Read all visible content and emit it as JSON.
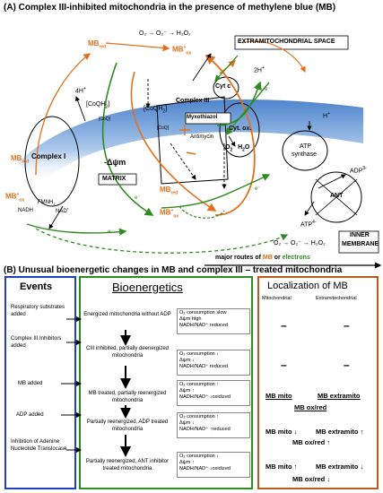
{
  "panel_a": {
    "title": "(A)  Complex III-inhibited mitochondria in the presence of methylene blue (MB)",
    "extramito_space": "EXTRAMITOCHONDRIAL SPACE",
    "matrix": "MATRIX",
    "inner_membrane_l1": "INNER",
    "inner_membrane_l2": "MEMBRANE",
    "complex_i": "Complex I",
    "complex_iii": "Complex III",
    "myxothiazol": "Myxothiazol",
    "antimycin": "Antimycin",
    "cyt_c": "Cyt c",
    "cyt_ox_l1": "Cyt. ox.",
    "atp_synthase_l1": "ATP",
    "atp_synthase_l2": "synthase",
    "ant": "ANT",
    "coqh2_left": "[CoQH",
    "coqh2_mid": "[CoQH",
    "coq_small_left": "[CoQ]",
    "coq_small_mid": "[CoQ]",
    "fmnh": "FMNH",
    "nadh": "NADH",
    "nad": "NAD",
    "h4": "4H",
    "h2": "2H",
    "h_atp": "H",
    "adp": "ADP",
    "atp": "ATP",
    "delta_psi": "-Δψm",
    "o2": "O",
    "h2o": "H",
    "mb_red": "MB",
    "mb_ox": "MB",
    "ros_top": "O₂ → O₂⁻ → H₂O₂",
    "ros_bottom": "O₂ → O₂⁻ → H₂O₂",
    "e_label": "e⁻",
    "legend_prefix": "major routes of ",
    "legend_mb": "MB",
    "legend_or": " or ",
    "legend_electrons": "electrons"
  },
  "panel_b": {
    "title": "(B)  Unusual bioenergetic changes in MB and complex III – treated mitochondria",
    "events_header": "Events",
    "bioenergetics_header": "Bioenergetics",
    "localization_header": "Localization of MB",
    "loc_sub_mito": "Mitochondrial",
    "loc_sub_extra": "Extramitochondrial",
    "events": [
      "Respiratory substrates added",
      "Complex III Inhibitors added",
      "MB added",
      "ADP added",
      "Inhibition of Adenine Nucleotide Translocase"
    ],
    "states": [
      "Energized mitochondria without ADP",
      "CIII inhibited, partially deenergized mitochondria",
      "MB treated, partially reenergized mitochondria",
      "Partially reenergized, ADP treated mitochondria",
      "Partially reenergized, ANT inhibitor treated mitochondria"
    ],
    "outcomes": [
      [
        "O₂ consumption slow",
        "Δψm high",
        "NADH/NAD⁺ reduced"
      ],
      [
        "O₂ consumption ↓",
        "Δψm ↓",
        "NADH/NAD⁺ reduced"
      ],
      [
        "O₂ consumption ↑",
        "Δψm ↑",
        "NADH/NAD⁺ ↓oxidized"
      ],
      [
        "O₂ consumption ↑",
        "Δψm ↓",
        "NADH/NAD⁺ ↑reduced"
      ],
      [
        "O₂ consumption ↓",
        "Δψm ↑",
        "NADH/NAD⁺ ↓oxidized"
      ]
    ],
    "loc_rows": {
      "dash": "–",
      "r3_mito": "MB mito",
      "r3_extra": "MB extramito",
      "r3_sub": "MB ox/red",
      "r4_mito": "MB mito ↓",
      "r4_extra": "MB extramito ↑",
      "r4_sub": "MB ox/red ↑",
      "r5_mito": "MB mito ↑",
      "r5_extra": "MB extramito ↓",
      "r5_sub": "MB ox/red ↓"
    }
  },
  "colors": {
    "mb_orange": "#e2711d",
    "electron_green": "#2e8b22",
    "events_border": "#1f3fbf",
    "bio_border": "#2e8b22",
    "loc_border": "#b85a1a",
    "membrane_blue": "#5a8fd0"
  }
}
